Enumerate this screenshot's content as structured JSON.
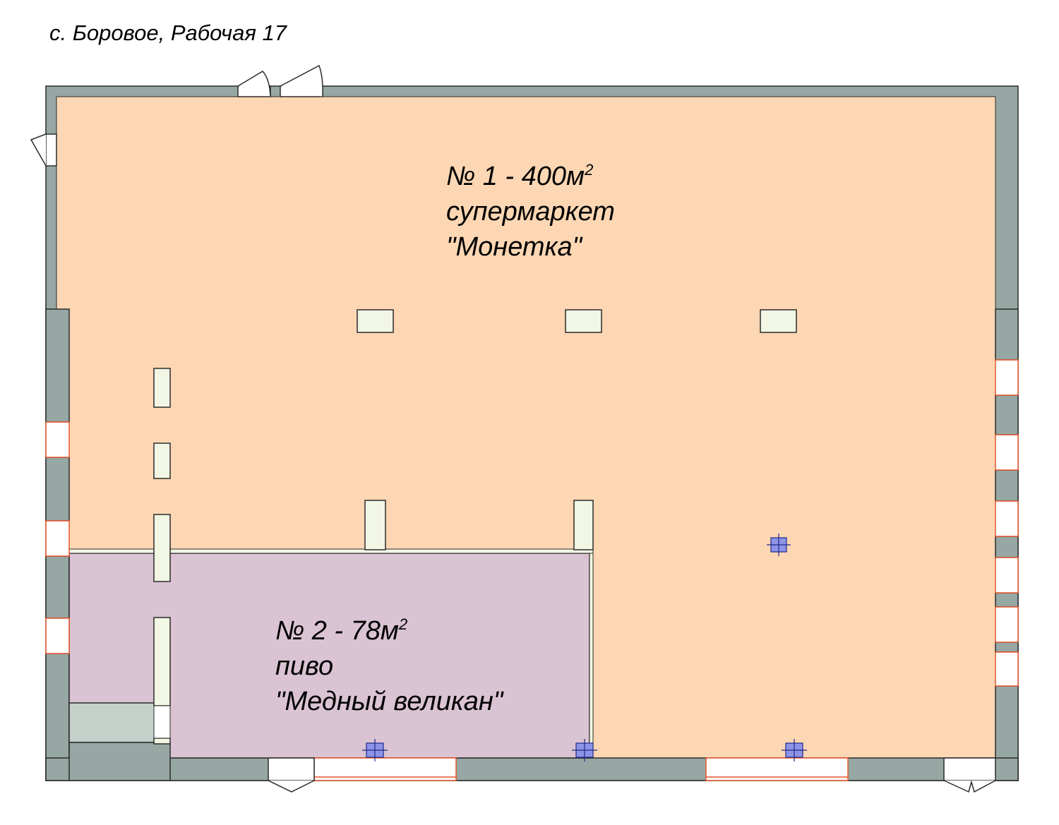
{
  "address": "с. Боровое,  Рабочая 17",
  "rooms": [
    {
      "number_area": "№ 1 - 400м",
      "area_unit_power": "2",
      "use": "супермаркет",
      "tenant": "\"Монетка\"",
      "fill": "#fdd7b4"
    },
    {
      "number_area": "№ 2 - 78м",
      "area_unit_power": "2",
      "use": "пиво",
      "tenant": "\"Медный великан\"",
      "fill": "#dac3d2"
    }
  ],
  "utility_room_fill": "#c5d2cc",
  "colors": {
    "wall": "#97a7a3",
    "column": "#f2f6e4",
    "window_frame": "#e8562b",
    "vent_marker": "#8d93e6"
  },
  "icons": [
    "door-icon",
    "window-icon",
    "vent-marker-icon",
    "column-icon"
  ]
}
